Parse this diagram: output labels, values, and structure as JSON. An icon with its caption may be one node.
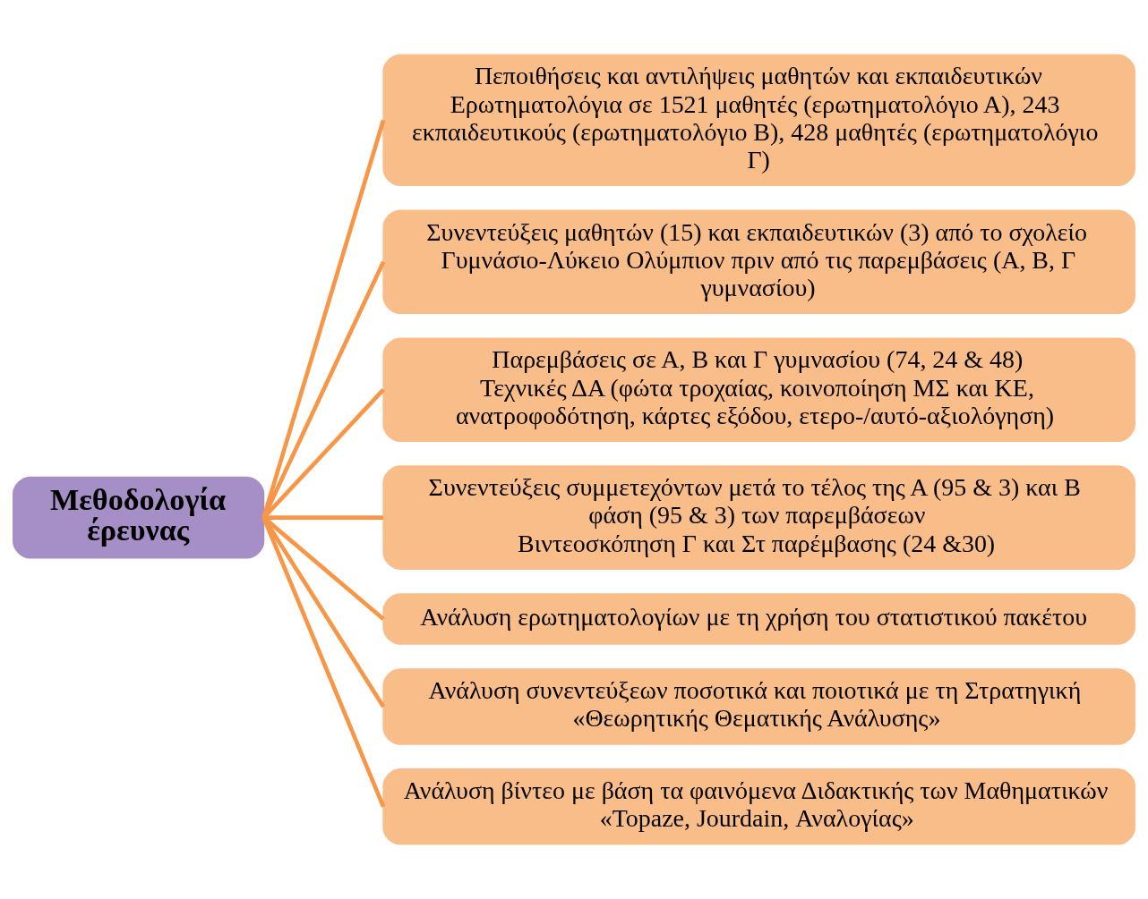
{
  "diagram": {
    "nodes": [
      {
        "text": [
          "Μεθοδολογία έρευνας"
        ]
      },
      {
        "text": [
          "Πεποιθήσεις και αντιλήψεις μαθητών και εκπαιδευτικών",
          "Ερωτηματολόγια σε 1521 μαθητές (ερωτηματολόγιο Α), 243 εκπαιδευτικούς (ερωτηματολόγιο Β), 428 μαθητές (ερωτηματολόγιο Γ)"
        ]
      },
      {
        "text": [
          "Συνεντεύξεις μαθητών (15) και εκπαιδευτικών (3) από το σχολείο Γυμνάσιο-Λύκειο Ολύμπιον πριν από τις παρεμβάσεις (Α, Β, Γ γυμνασίου)"
        ]
      },
      {
        "text": [
          "Παρεμβάσεις σε Α, Β και Γ γυμνασίου (74, 24 & 48)",
          "Τεχνικές ΔΑ (φώτα τροχαίας, κοινοποίηση ΜΣ και ΚΕ, ανατροφοδότηση, κάρτες εξόδου, ετερο-/αυτό-αξιολόγηση)"
        ]
      },
      {
        "text": [
          "Συνεντεύξεις συμμετεχόντων μετά το τέλος της Α (95 & 3) και Β φάση (95 & 3) των παρεμβάσεων",
          "Βιντεοσκόπηση Γ και Στ παρέμβασης (24 &30)"
        ]
      },
      {
        "text": [
          "Ανάλυση ερωτηματολογίων με τη χρήση του στατιστικού πακέτου"
        ]
      },
      {
        "text": [
          "Ανάλυση συνεντεύξεων ποσοτικά και ποιοτικά με τη Στρατηγική «Θεωρητικής Θεματικής Ανάλυσης»"
        ]
      },
      {
        "text": [
          "Ανάλυση βίντεο με βάση τα φαινόμενα Διδακτικής των Μαθηματικών «Topaze, Jourdain, Αναλογίας»"
        ]
      }
    ],
    "edges": [
      {
        "from": 0,
        "to": 1,
        "arrow": "none"
      },
      {
        "from": 0,
        "to": 2,
        "arrow": "none"
      },
      {
        "from": 0,
        "to": 3,
        "arrow": "none"
      },
      {
        "from": 0,
        "to": 4,
        "arrow": "none"
      },
      {
        "from": 0,
        "to": 5,
        "arrow": "none"
      },
      {
        "from": 0,
        "to": 6,
        "arrow": "none"
      },
      {
        "from": 0,
        "to": 7,
        "arrow": "none"
      }
    ]
  }
}
